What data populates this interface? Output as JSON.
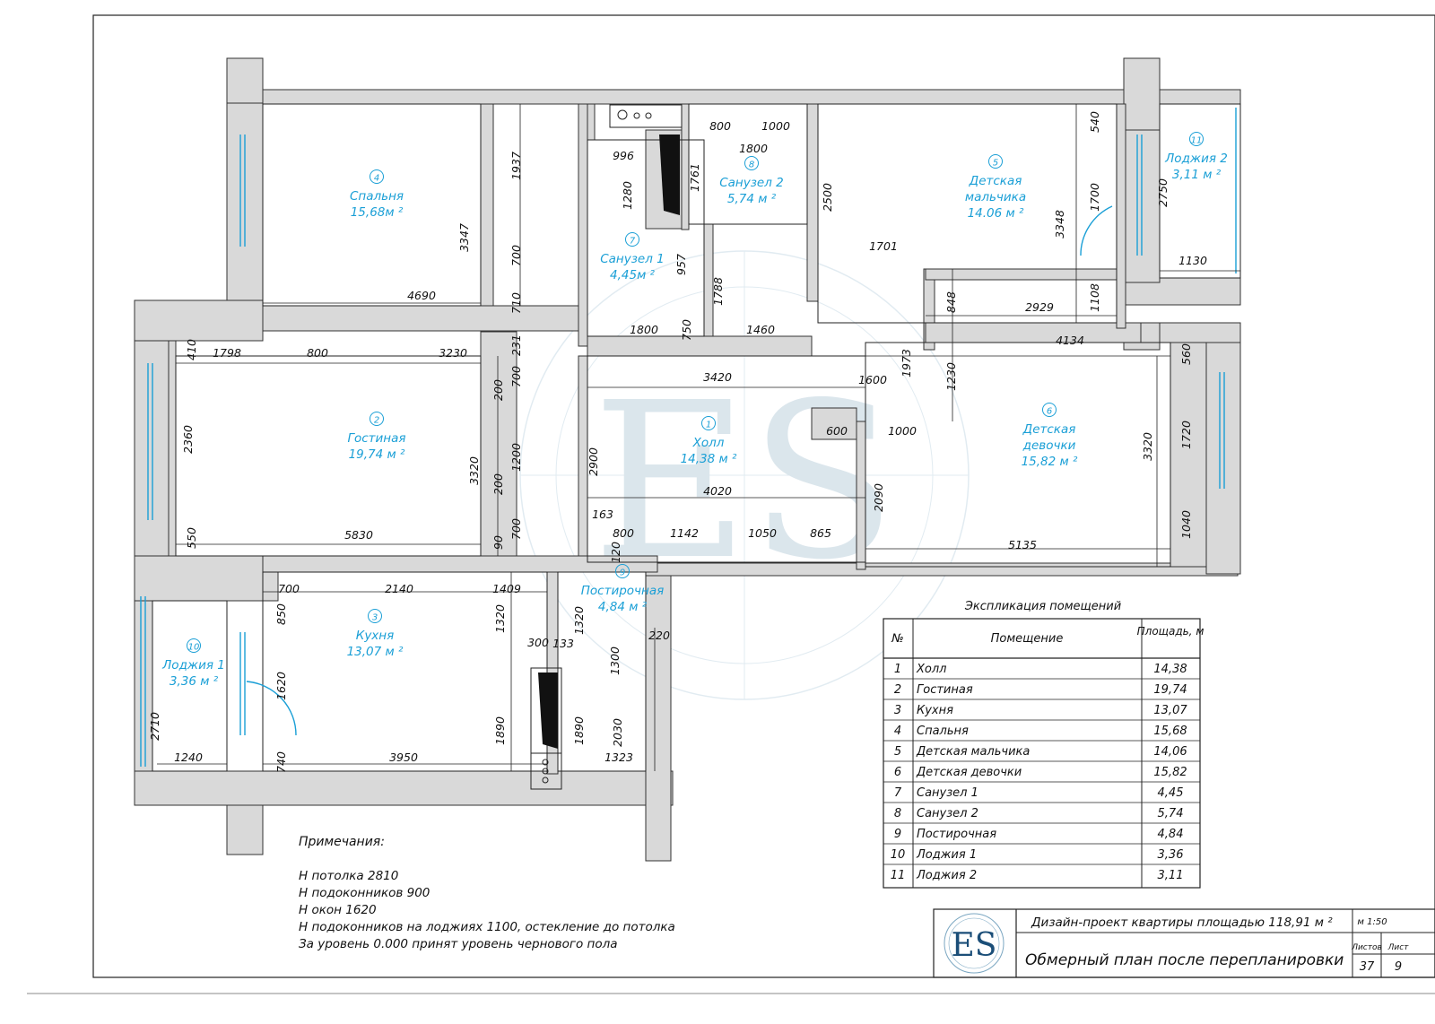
{
  "rooms": [
    {
      "num": "4",
      "name": "Спальня",
      "area": "15,68м ²"
    },
    {
      "num": "2",
      "name": "Гостиная",
      "area": "19,74 м ²"
    },
    {
      "num": "3",
      "name": "Кухня",
      "area": "13,07 м ²"
    },
    {
      "num": "10",
      "name": "Лоджия 1",
      "area": "3,36 м ²"
    },
    {
      "num": "7",
      "name": "Санузел 1",
      "area": "4,45м ²"
    },
    {
      "num": "8",
      "name": "Санузел 2",
      "area": "5,74 м ²"
    },
    {
      "num": "1",
      "name": "Холл",
      "area": "14,38 м ²"
    },
    {
      "num": "9",
      "name": "Постирочная",
      "area": "4,84 м ²"
    },
    {
      "num": "5",
      "name": "Детская мальчика",
      "area": "14.06 м ²"
    },
    {
      "num": "6",
      "name": "Детская девочки",
      "area": "15,82 м ²"
    },
    {
      "num": "11",
      "name": "Лоджия 2",
      "area": "3,11 м ²"
    }
  ],
  "dimensions": [
    "1937",
    "3347",
    "700",
    "710",
    "4690",
    "231",
    "410",
    "1798",
    "800",
    "3230",
    "2360",
    "700",
    "200",
    "1200",
    "200",
    "3320",
    "700",
    "90",
    "550",
    "5830",
    "700",
    "2140",
    "1409",
    "850",
    "1320",
    "1620",
    "1890",
    "740",
    "3950",
    "2710",
    "1240",
    "996",
    "1280",
    "800",
    "1000",
    "1800",
    "1761",
    "957",
    "1788",
    "750",
    "1800",
    "1460",
    "3420",
    "2900",
    "4020",
    "163",
    "800",
    "120",
    "1142",
    "1050",
    "865",
    "300",
    "133",
    "1320",
    "1890",
    "1300",
    "220",
    "2030",
    "1323",
    "2500",
    "1701",
    "848",
    "1973",
    "1230",
    "1600",
    "600",
    "1000",
    "2090",
    "540",
    "1700",
    "3348",
    "1108",
    "2929",
    "2750",
    "1130",
    "4134",
    "560",
    "3320",
    "1720",
    "1040",
    "5135"
  ],
  "notes": {
    "title": "Примечания:",
    "lines": [
      "Н потолка 2810",
      "Н подоконников 900",
      "Н окон 1620",
      "Н подоконников на лоджиях 1100, остекление до потолка",
      "За уровень 0.000 принят уровень чернового пола"
    ]
  },
  "explication": {
    "title": "Экспликация помещений",
    "headers": [
      "№",
      "Помещение",
      "Площадь, м"
    ],
    "rows": [
      [
        "1",
        "Холл",
        "14,38"
      ],
      [
        "2",
        "Гостиная",
        "19,74"
      ],
      [
        "3",
        "Кухня",
        "13,07"
      ],
      [
        "4",
        "Спальня",
        "15,68"
      ],
      [
        "5",
        "Детская мальчика",
        "14,06"
      ],
      [
        "6",
        "Детская девочки",
        "15,82"
      ],
      [
        "7",
        "Санузел 1",
        "4,45"
      ],
      [
        "8",
        "Санузел 2",
        "5,74"
      ],
      [
        "9",
        "Постирочная",
        "4,84"
      ],
      [
        "10",
        "Лоджия 1",
        "3,36"
      ],
      [
        "11",
        "Лоджия 2",
        "3,11"
      ]
    ]
  },
  "title_block": {
    "logo": "ES",
    "project": "Дизайн-проект квартиры площадью 118,91 м ²",
    "scale": "м 1:50",
    "sheet_title": "Обмерный план после перепланировки",
    "sheets_label": "Листов",
    "sheet_label": "Лист",
    "sheets_value": "37",
    "sheet_value": "9"
  },
  "watermark": "ES"
}
